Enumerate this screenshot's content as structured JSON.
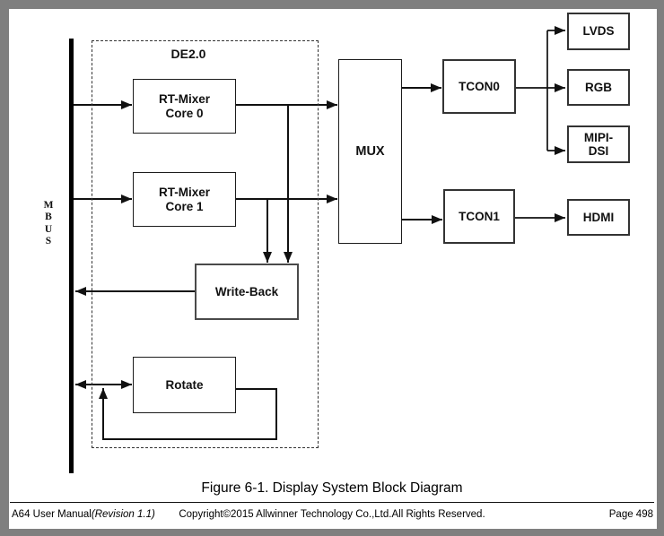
{
  "colors": {
    "frame": "#7f7f7f",
    "ink": "#111111",
    "box-border": "#333333"
  },
  "diagram": {
    "bus": {
      "letters": [
        "M",
        "B",
        "U",
        "S"
      ]
    },
    "de_group_label": "DE2.0",
    "blocks": {
      "mixer0": {
        "line1": "RT-Mixer",
        "line2": "Core 0"
      },
      "mixer1": {
        "line1": "RT-Mixer",
        "line2": "Core 1"
      },
      "writeback": {
        "line1": "Write-Back"
      },
      "rotate": {
        "line1": "Rotate"
      },
      "mux": {
        "line1": "MUX"
      },
      "tcon0": {
        "line1": "TCON0"
      },
      "tcon1": {
        "line1": "TCON1"
      },
      "lvds": {
        "line1": "LVDS"
      },
      "rgb": {
        "line1": "RGB"
      },
      "mipi_dsi": {
        "line1": "MIPI-",
        "line2": "DSI"
      },
      "hdmi": {
        "line1": "HDMI"
      }
    }
  },
  "caption": "Figure 6-1. Display System Block Diagram",
  "footer": {
    "manual": "A64 User Manual",
    "revision": "(Revision 1.1)",
    "copyright": "Copyright©2015 Allwinner Technology Co.,Ltd.All Rights Reserved.",
    "page": "Page 498"
  }
}
